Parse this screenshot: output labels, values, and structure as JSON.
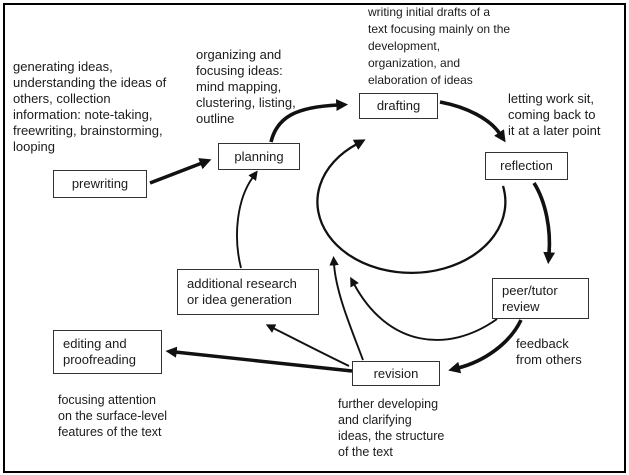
{
  "figure": {
    "type": "flow-diagram",
    "background": "#ffffff",
    "frame_color": "#000000",
    "ink_color": "#1b1b1b",
    "box_border_color": "#333333",
    "arrow_color": "#111111"
  },
  "nodes": {
    "prewriting": {
      "label": "prewriting"
    },
    "planning": {
      "label": "planning"
    },
    "drafting": {
      "label": "drafting"
    },
    "reflection": {
      "label": "reflection"
    },
    "peer_tutor_review": {
      "label": "peer/tutor\nreview"
    },
    "revision": {
      "label": "revision"
    },
    "additional_research": {
      "label": "additional research\nor idea generation"
    },
    "editing_proofreading": {
      "label": "editing and\nproofreading"
    }
  },
  "annotations": {
    "prewriting_note": "generating ideas,\nunderstanding the ideas of\nothers, collection\ninformation: note-taking,\nfreewriting, brainstorming,\nlooping",
    "planning_note": "organizing and\nfocusing ideas:\nmind mapping,\nclustering, listing,\noutline",
    "drafting_note": "writing initial drafts of a\ntext focusing mainly on the\ndevelopment,\norganization, and\nelaboration of ideas",
    "reflection_note": "letting work sit,\ncoming back to\nit at a later point",
    "review_note": "feedback\nfrom others",
    "revision_note": "further developing\nand clarifying\nideas, the structure\nof the text",
    "editing_note": "focusing attention\non the surface-level\nfeatures of the text"
  },
  "edges": [
    {
      "from": "prewriting",
      "to": "planning",
      "style": "bold"
    },
    {
      "from": "planning",
      "to": "drafting",
      "style": "bold"
    },
    {
      "from": "drafting",
      "to": "reflection",
      "style": "bold"
    },
    {
      "from": "reflection",
      "to": "peer/tutor review",
      "style": "bold"
    },
    {
      "from": "peer/tutor review",
      "to": "revision",
      "style": "bold"
    },
    {
      "from": "revision",
      "to": "editing and proofreading",
      "style": "bold"
    },
    {
      "from": "reflection",
      "to": "drafting",
      "style": "thin loop arc"
    },
    {
      "from": "revision",
      "to": "main cycle near drafting",
      "style": "thin"
    },
    {
      "from": "peer/tutor review",
      "to": "main cycle near drafting",
      "style": "thin"
    },
    {
      "from": "revision",
      "to": "additional research or idea generation",
      "style": "thin"
    },
    {
      "from": "additional research or idea generation",
      "to": "planning",
      "style": "thin"
    }
  ]
}
